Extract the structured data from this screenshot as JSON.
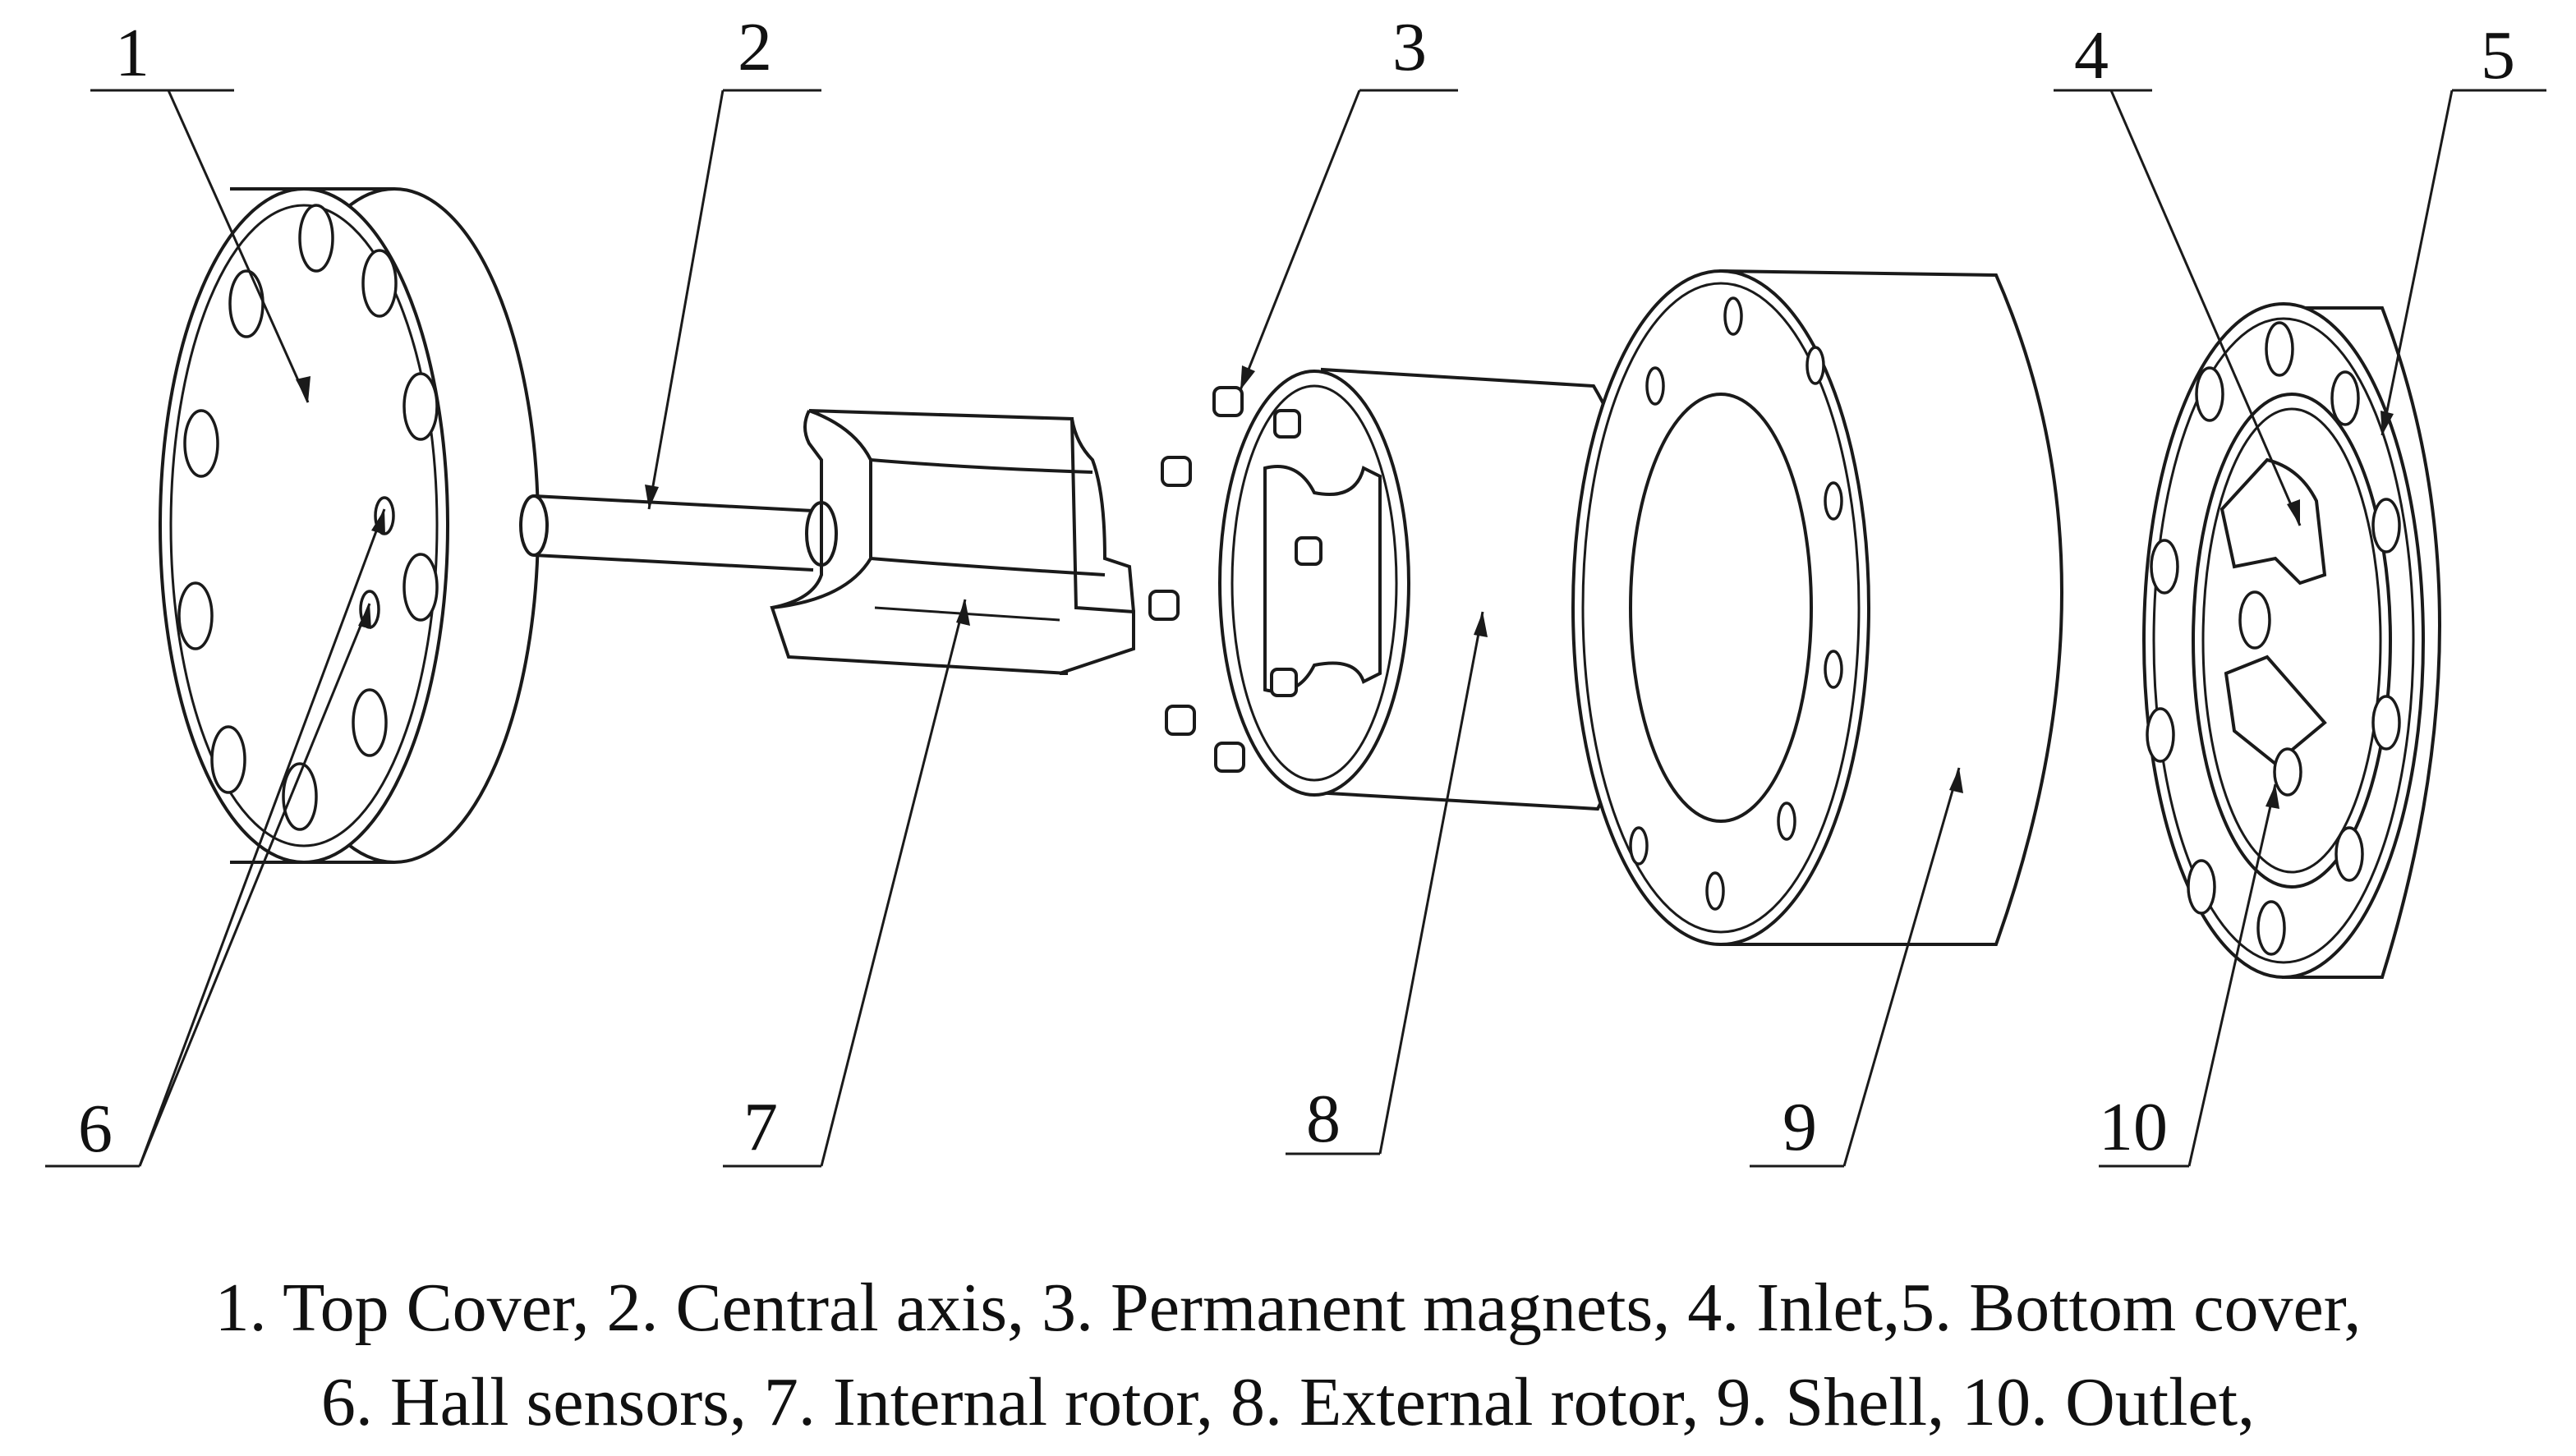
{
  "callouts": [
    {
      "id": "1",
      "text": "1"
    },
    {
      "id": "2",
      "text": "2"
    },
    {
      "id": "3",
      "text": "3"
    },
    {
      "id": "4",
      "text": "4"
    },
    {
      "id": "5",
      "text": "5"
    },
    {
      "id": "6",
      "text": "6"
    },
    {
      "id": "7",
      "text": "7"
    },
    {
      "id": "8",
      "text": "8"
    },
    {
      "id": "9",
      "text": "9"
    },
    {
      "id": "10",
      "text": "10"
    }
  ],
  "caption": {
    "line1": "1. Top Cover, 2. Central axis, 3. Permanent magnets, 4. Inlet,5. Bottom cover,",
    "line2": "6. Hall sensors, 7. Internal rotor, 8. External rotor, 9. Shell, 10. Outlet,"
  }
}
